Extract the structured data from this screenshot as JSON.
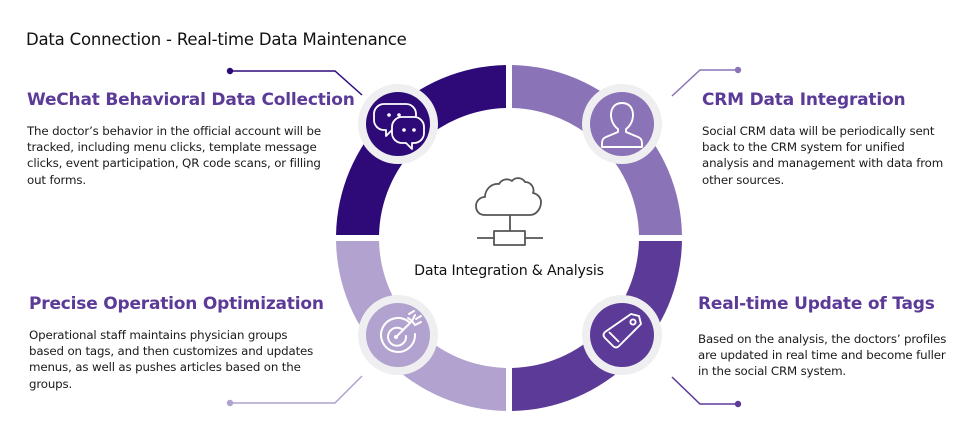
{
  "title": "Data Connection - Real-time Data Maintenance",
  "center": {
    "label": "Data Integration & Analysis",
    "icon": "cloud-network-icon"
  },
  "colors": {
    "segment_top_left": "#2e0a78",
    "segment_top_right": "#8a73b6",
    "segment_bottom_right": "#5b3a98",
    "segment_bottom_left": "#b1a2cf",
    "icon_ring": "#efeff1",
    "heading": "#5b3a98",
    "body_text": "#1a1a1a"
  },
  "sections": {
    "wechat": {
      "heading": "WeChat Behavioral Data Collection",
      "body": "The doctor’s  behavior in the official account will be tracked, including menu clicks, template message clicks, event participation, QR code scans, or filling out forms.",
      "icon": "wechat-chat-bubbles-icon"
    },
    "crm": {
      "heading": "CRM Data Integration",
      "body": "Social CRM data will be periodically sent back to the CRM system for unified analysis and management with data from other sources.",
      "icon": "user-profile-icon"
    },
    "operation": {
      "heading": "Precise Operation Optimization",
      "body": "Operational staff maintains physician groups based on tags, and then customizes and updates menus, as well as pushes articles based on the groups.",
      "icon": "target-arrow-icon"
    },
    "tags": {
      "heading": "Real-time Update of Tags",
      "body": "Based on the analysis, the doctors’ profiles are updated in real time and become fuller in the social CRM system.",
      "icon": "tag-icon"
    }
  }
}
